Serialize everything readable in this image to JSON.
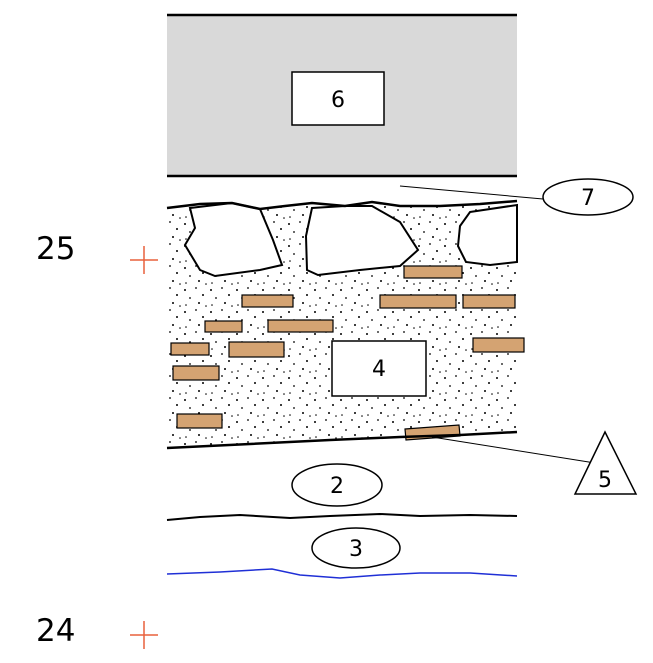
{
  "elevations": {
    "upper": "25",
    "lower": "24"
  },
  "layers": {
    "top_fill": "6",
    "lower_band": "4",
    "loam": "2",
    "subsoil": "3"
  },
  "callouts": {
    "circle": "7",
    "triangle": "5"
  },
  "colors": {
    "top_fill": "#d9d9d9",
    "brick": "#d4a372",
    "elevation_mark": "#e8603c",
    "water_line": "#1f2fd6"
  }
}
